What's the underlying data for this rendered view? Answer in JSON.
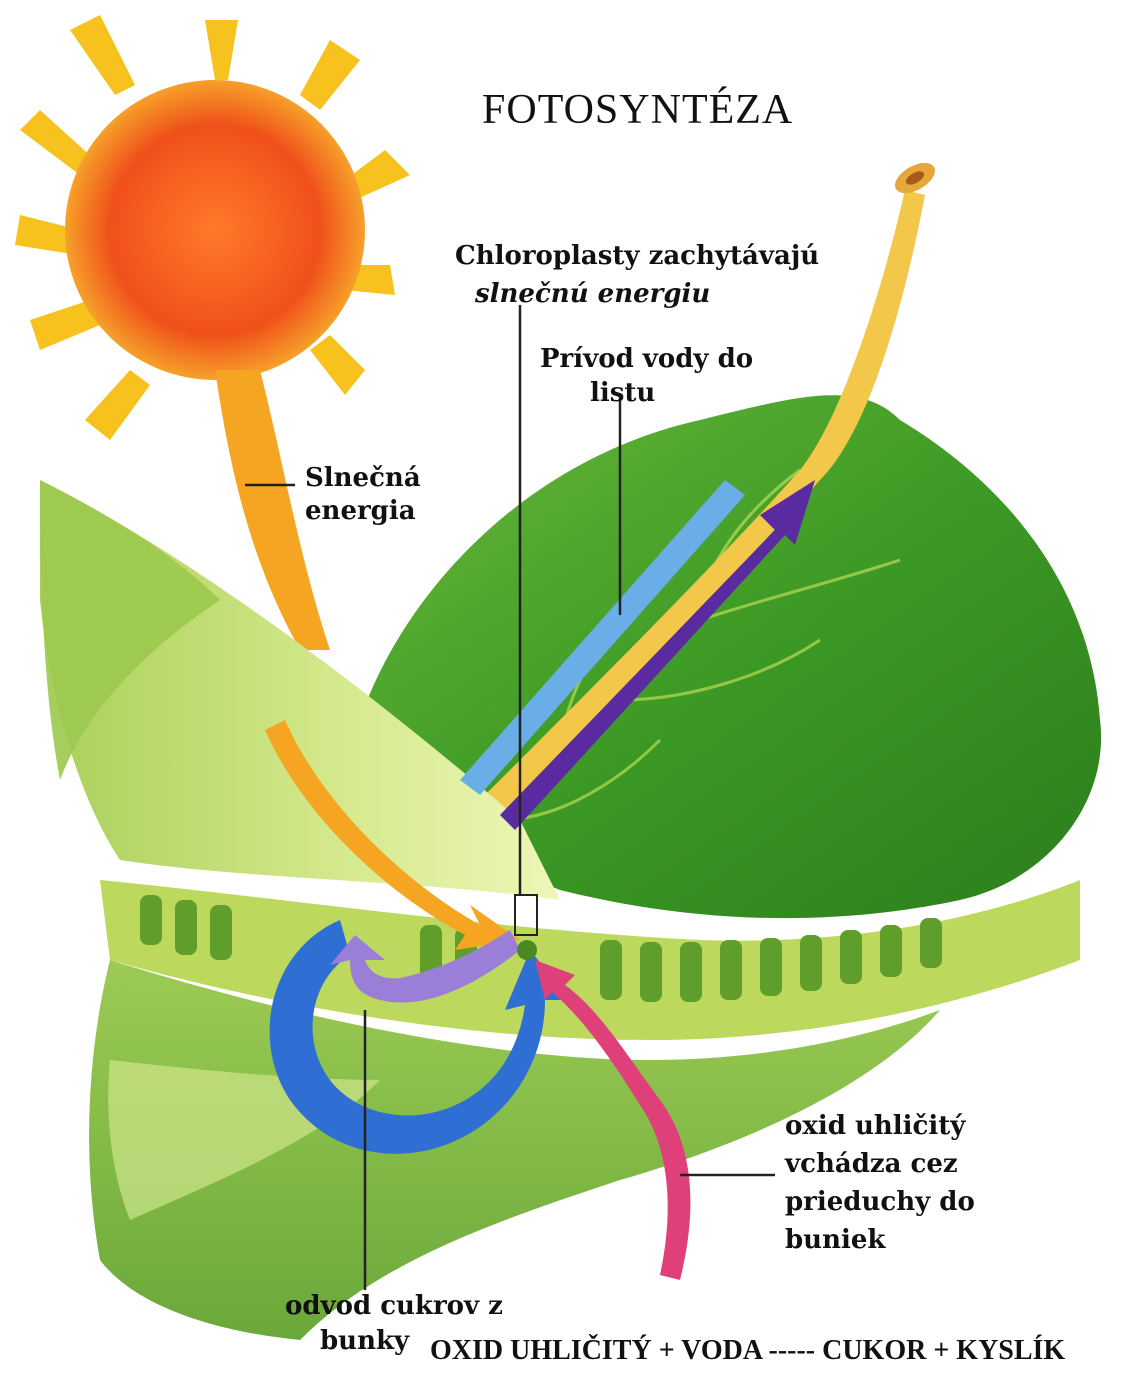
{
  "title": "FOTOSYNTÉZA",
  "labels": {
    "chloroplasts_line1": "Chloroplasty zachytávajú",
    "chloroplasts_line2": "slnečnú energiu",
    "water_line1": "Prívod vody do",
    "water_line2": "listu",
    "sun_line1": "Slnečná",
    "sun_line2": "energia",
    "co2_line1": "oxid uhličitý",
    "co2_line2": "vchádza cez",
    "co2_line3": "prieduchy do",
    "co2_line4": "buniek",
    "sugar_line1": "odvod cukrov z",
    "sugar_line2": "bunky"
  },
  "equation": "OXID UHLIČITÝ + VODA ----- CUKOR + KYSLÍK",
  "colors": {
    "sun": "#f25a1a",
    "sun_rays": "#f7c21e",
    "leaf": "#3f9a24",
    "leaf_light": "#d9ec96",
    "water_arrow": "#6aaee8",
    "sugar_arrow": "#5a2aa0",
    "co2_arrow": "#e0407a",
    "energy_arrow": "#f5a521",
    "cycle_arrow": "#2f6fd4"
  }
}
